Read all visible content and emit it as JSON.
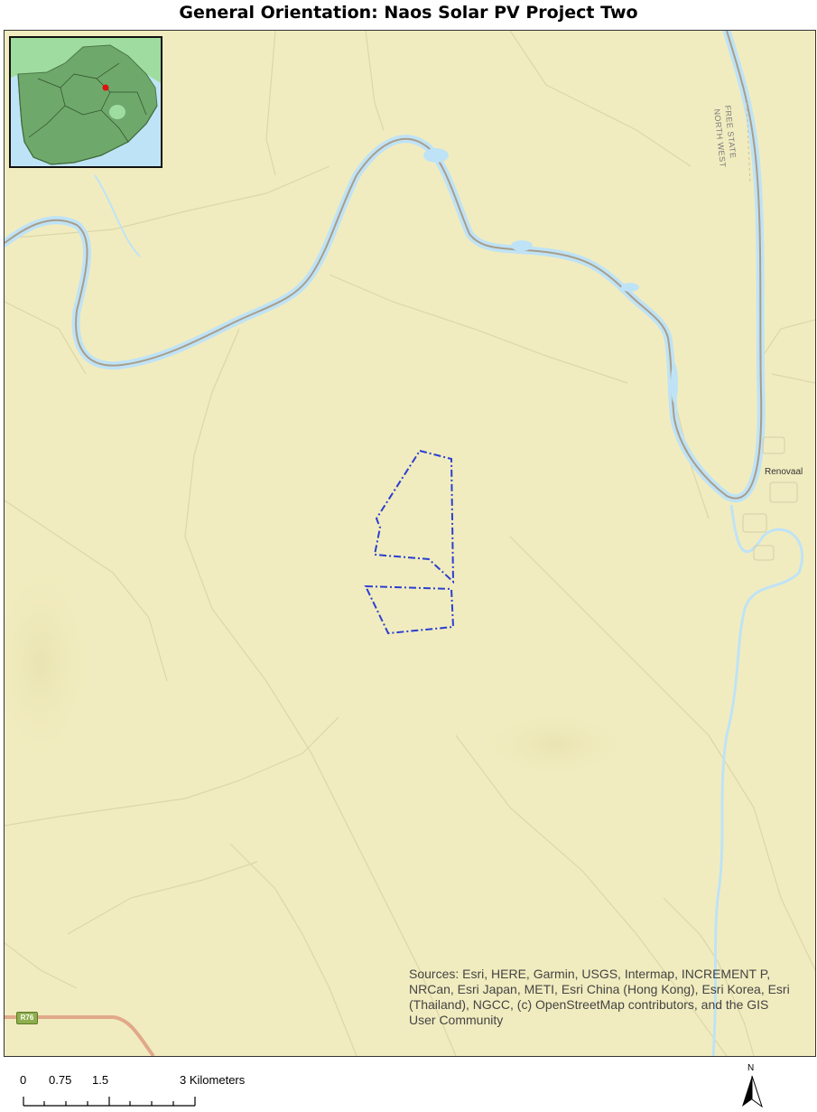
{
  "title": "General Orientation: Naos Solar PV Project Two",
  "map": {
    "place_label": "Renovaal",
    "state_labels": [
      "FREE STATE",
      "NORTH WEST"
    ],
    "road_shield": "R76",
    "attribution": "Sources: Esri, HERE, Garmin, USGS, Intermap, INCREMENT P, NRCan, Esri Japan, METI, Esri China (Hong Kong), Esri Korea, Esri (Thailand), NGCC, (c) OpenStreetMap contributors, and the GIS User Community",
    "colors": {
      "land": "#f1ecbf",
      "water": "#bfe3f6",
      "site_boundary": "#2b3fd1",
      "road": "#e0a98a"
    }
  },
  "inset": {
    "icon": "south-africa-locator-map"
  },
  "scalebar": {
    "labels": [
      "0",
      "0.75",
      "1.5",
      "3 Kilometers"
    ]
  },
  "north_arrow": {
    "label": "N"
  }
}
